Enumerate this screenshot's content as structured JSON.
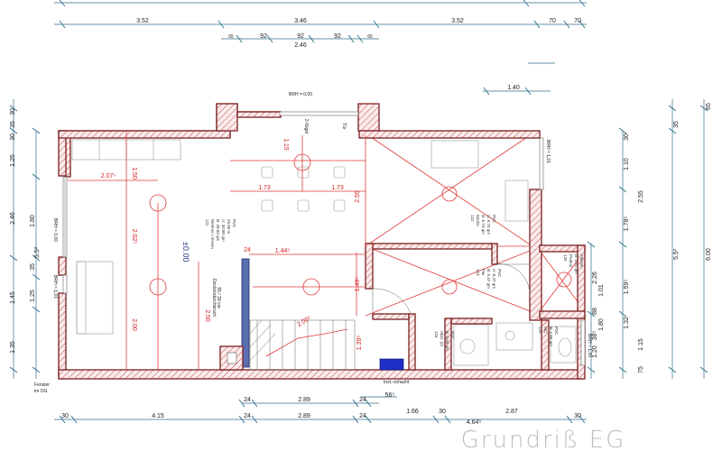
{
  "title": "Grundriß  EG",
  "top_dims": {
    "row1": [
      "3.52",
      "3.46",
      "3.52",
      "70",
      "70"
    ],
    "row2": [
      "65",
      "92",
      "92",
      "92",
      "65"
    ],
    "row2_total": "2.46",
    "right": "1.40"
  },
  "bottom_dims": {
    "row1": [
      "24",
      "2.89",
      "24"
    ],
    "row2": [
      "30",
      "4.15",
      "24",
      "2.89",
      "24",
      "1.66",
      "30",
      "2.87",
      "30"
    ],
    "row2_extra": "4.64⁵",
    "small": "56⁵"
  },
  "left_dims": {
    "outer": [
      "30",
      "35",
      "30",
      "1.25",
      "2.46",
      "5.5²",
      "1.45",
      "1.35"
    ],
    "inner": [
      "1.80",
      "35",
      "1.25"
    ]
  },
  "right_dims": {
    "outer": [
      "6.00",
      "5.5²",
      "35",
      "65"
    ],
    "mid": [
      "30",
      "1.10",
      "2.55",
      "1.78⁵",
      "1.59⁵",
      "1.32",
      "1.15",
      "75"
    ],
    "inner": [
      "2.26",
      "1.01",
      "88",
      "1.80",
      "38⁵",
      "1.20"
    ]
  },
  "labels": {
    "brh_top": "BRH = 0,00",
    "brh_left1": "BRH = 0,00",
    "brh_left2": "BRH = 1,01",
    "brh_right1": "BRH = 1,01",
    "brh_right2": "BRH = 1,30",
    "door_label": "Tür",
    "door_label2": "2-flügel",
    "level": "±0.00",
    "deckendurchbruch": "Deckendurchbruch",
    "deckendurchbruch2": "55 / 39 cm",
    "inst_schacht": "Inst.-schacht",
    "fenster": "Fenster",
    "fenster2": "im OG"
  },
  "rooms": {
    "wohnen": [
      "121",
      "Wohnen / Essen",
      "B: 28.60 qm",
      "U: 30.80 qm",
      "29.80 m",
      "PVC"
    ],
    "kueche": [
      "122",
      "Küche",
      "B: 6.74 qm",
      "U: 6.74 qm",
      "PVC"
    ],
    "flur": [
      "123",
      "Flur",
      "B: 5.47 qm",
      "U: 5.47 qm",
      "PVC"
    ],
    "abst": [
      "124",
      "Abst. (2)",
      "B: 0.00 qm",
      "PVC"
    ],
    "wc": [
      "125",
      "WC",
      "B: 1.80 qm",
      "PVC"
    ],
    "podest": [
      "126",
      "Podest",
      "B: 1.81 qm",
      "Fliesen"
    ]
  },
  "red_dims": {
    "wohnen_w": "2.07⁵",
    "wohnen_h1": "1.50",
    "wohnen_h2": "2.02⁵",
    "wohnen_h3": "2.00",
    "kitchen_w1": "1.73",
    "kitchen_w2": "1.73",
    "table_h": "1.15",
    "stair_w": "1.44⁵",
    "stair_h": "1.49⁵",
    "stair_w2": "2.00⁵",
    "v2": "2.55",
    "v3": "2.50",
    "v4": "1.39⁵",
    "small24": "24"
  },
  "colors": {
    "wall": "#7a1f1f",
    "hatch": "#c54848",
    "dim": "#2f6d8c",
    "red": "#e03a3a",
    "inst": "#1f2fc8"
  }
}
